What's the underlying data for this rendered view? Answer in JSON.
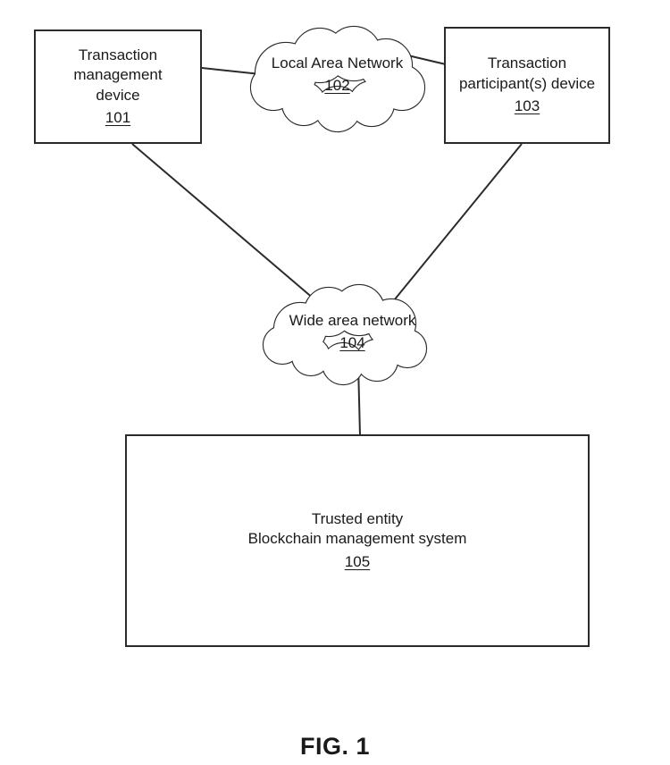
{
  "diagram": {
    "caption": "FIG. 1",
    "nodes": {
      "device101": {
        "label": "Transaction\nmanagement\ndevice",
        "ref": "101"
      },
      "lan102": {
        "label": "Local Area Network",
        "ref": "102"
      },
      "device103": {
        "label": "Transaction\nparticipant(s) device",
        "ref": "103"
      },
      "wan104": {
        "label": "Wide area network",
        "ref": "104"
      },
      "system105": {
        "label": "Trusted entity\nBlockchain management system",
        "ref": "105"
      }
    },
    "edges": [
      {
        "from": "101",
        "to": "102"
      },
      {
        "from": "102",
        "to": "103"
      },
      {
        "from": "101",
        "to": "104"
      },
      {
        "from": "103",
        "to": "104"
      },
      {
        "from": "104",
        "to": "105"
      }
    ],
    "colors": {
      "stroke": "#2b2b2b",
      "background": "#ffffff"
    }
  }
}
